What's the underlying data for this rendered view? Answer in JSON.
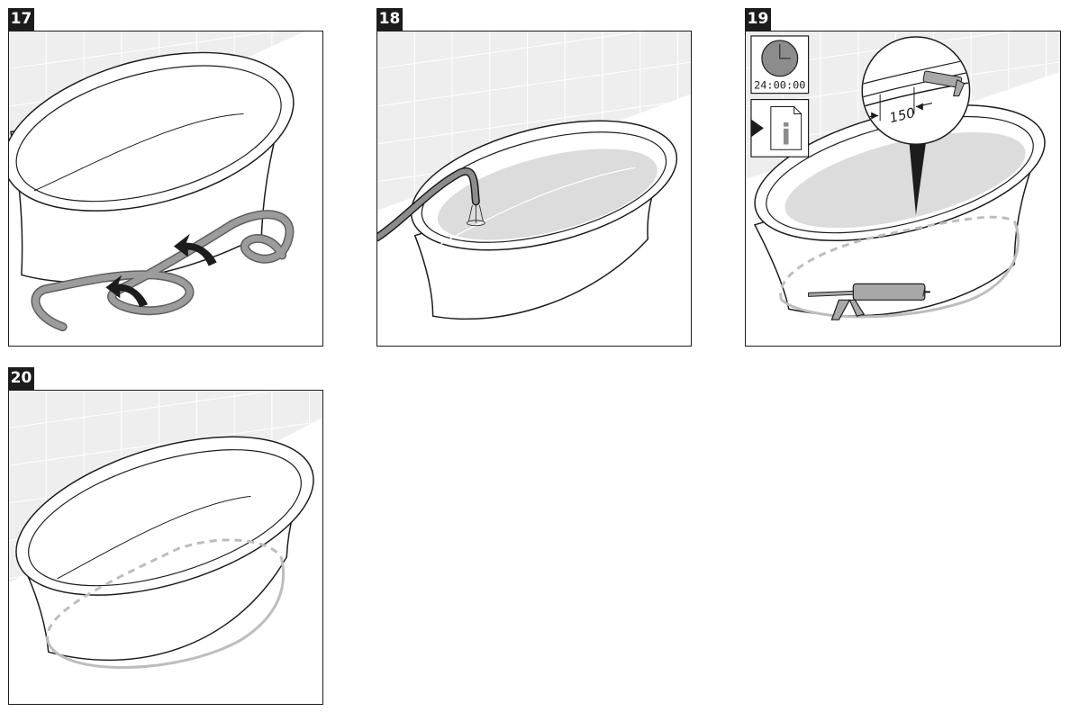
{
  "steps": [
    {
      "number": "17"
    },
    {
      "number": "18"
    },
    {
      "number": "19",
      "timer_text": "24:00:00",
      "info_glyph": "i",
      "dimension_text": "150"
    },
    {
      "number": "20"
    }
  ],
  "icons": [
    "lifting-strap-icon",
    "water-hose-icon",
    "clock-icon",
    "info-document-icon",
    "caulking-gun-icon"
  ],
  "colors": {
    "frame": "#1c1c1c",
    "tile": "#ebebeb",
    "water": "#dcdcdc",
    "strap": "#8c8c8c",
    "sealant": "#bdbdbd"
  }
}
